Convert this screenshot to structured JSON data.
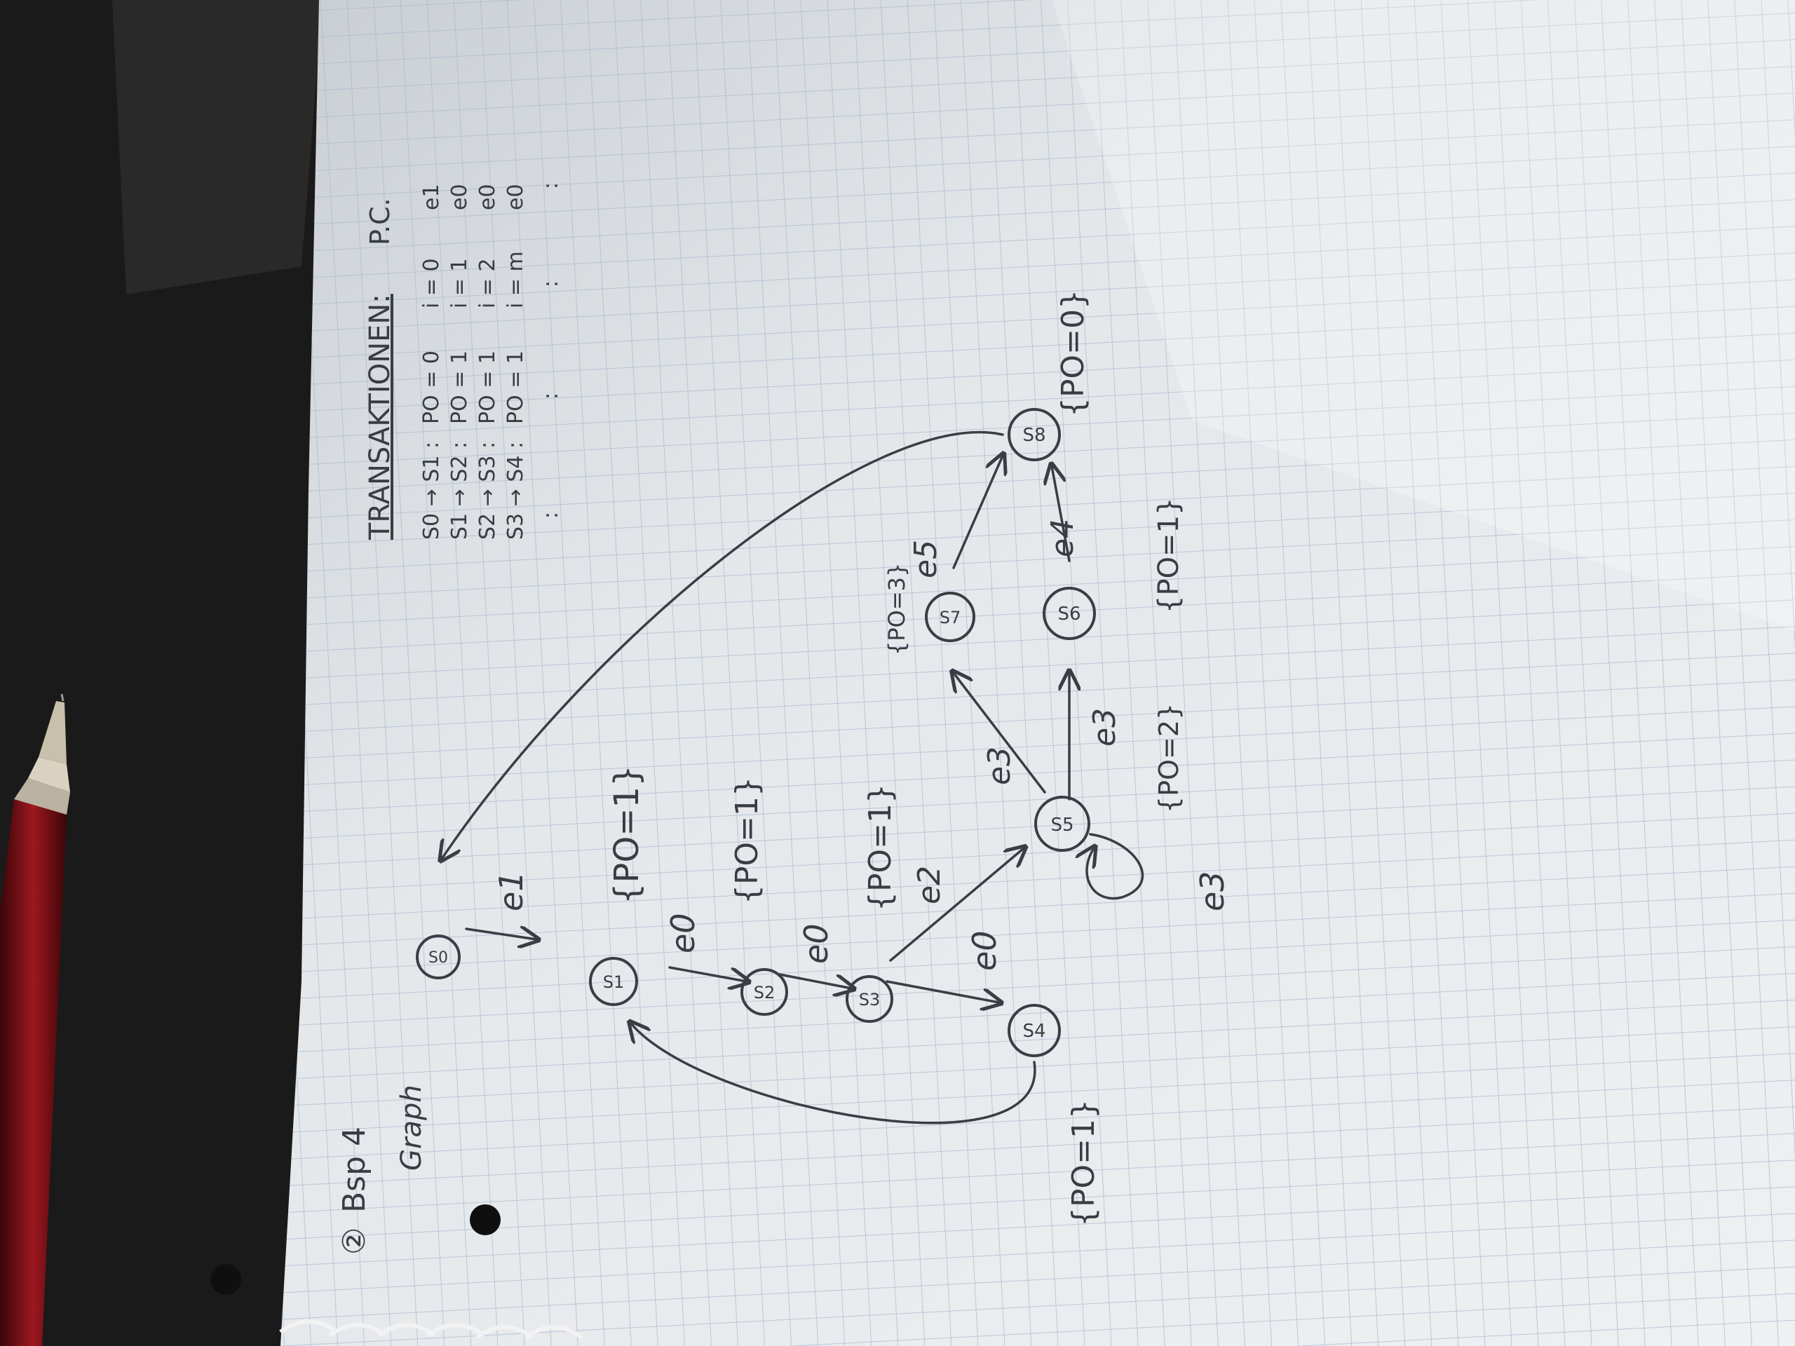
{
  "photo": {
    "subject": "handwritten pencil notes on spiral graph paper",
    "paper_color": "#e9ecef",
    "grid_color": "#9fb2c8",
    "ink_color": "#3b3d45",
    "background_color": "#1b1a1a",
    "pen_body_color": "#8a1218"
  },
  "page_header": {
    "title": "Bsp 4",
    "title_mark": "②",
    "subtitle": "Graph"
  },
  "graph": {
    "states": [
      {
        "id": "s0",
        "label": "S0"
      },
      {
        "id": "s1",
        "label": "S1"
      },
      {
        "id": "s2",
        "label": "S2"
      },
      {
        "id": "s3",
        "label": "S3"
      },
      {
        "id": "s4",
        "label": "S4"
      },
      {
        "id": "s5",
        "label": "S5"
      },
      {
        "id": "s6",
        "label": "S6"
      },
      {
        "id": "s7",
        "label": "S7"
      },
      {
        "id": "s8",
        "label": "S8"
      }
    ],
    "edge_labels": {
      "s0_s1": "e1",
      "s1_s2": "e0",
      "s2_s3": "e0",
      "s3_s4": "e0",
      "s3_s5": "e2",
      "s5_s7": "e3",
      "s5_s6": "e3",
      "s5_loop": "e3",
      "s7_s8": "e5",
      "s6_s8": "e4"
    },
    "annotations": {
      "s1": "{PO=1}",
      "s2": "{PO=1}",
      "s3": "{PO=1}",
      "s4": "{PO=1}",
      "s5": "{PO=2}",
      "s6": "{PO=1}",
      "s7": "{PO=3}",
      "s8": "{PO=0}"
    }
  },
  "transactions": {
    "heading": "TRANSAKTIONEN:",
    "pc_label": "P.C.",
    "rows": [
      {
        "transition": "S0 → S1 :",
        "assignment": "PO = 0",
        "counter": "i = 0",
        "event": "e1"
      },
      {
        "transition": "S1 → S2 :",
        "assignment": "PO = 1",
        "counter": "i = 1",
        "event": "e0"
      },
      {
        "transition": "S2 → S3 :",
        "assignment": "PO = 1",
        "counter": "i = 2",
        "event": "e0"
      },
      {
        "transition": "S3 → S4 :",
        "assignment": "PO = 1",
        "counter": "i = m",
        "event": "e0"
      }
    ],
    "ellipsis": ":"
  }
}
